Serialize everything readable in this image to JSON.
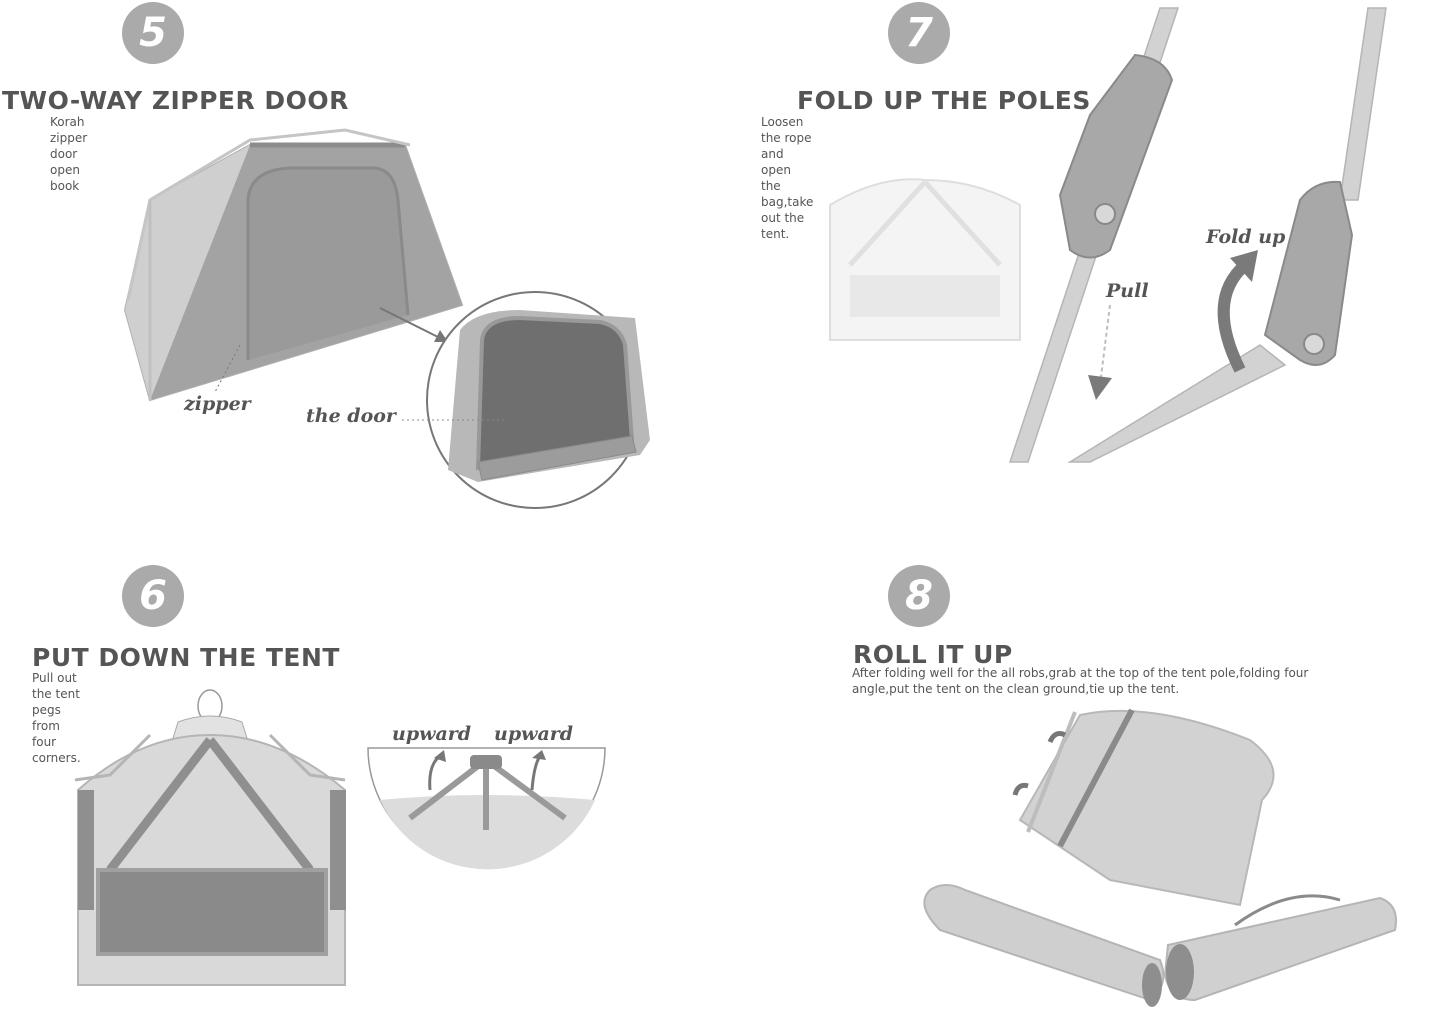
{
  "colors": {
    "badge": "#aaaaaa",
    "text": "#555555",
    "tent_fill": "#9e9e9e",
    "tent_light": "#d9d9d9",
    "tent_dark": "#7a7a7a",
    "pole": "#b5b5b5"
  },
  "steps": [
    {
      "number": "5",
      "title": "TWO-WAY ZIPPER DOOR",
      "subtitle": "Korah zipper door open book",
      "labels": {
        "zipper": "zipper",
        "door": "the door"
      }
    },
    {
      "number": "6",
      "title": "PUT DOWN THE TENT",
      "subtitle": "Pull out the tent pegs from four corners.",
      "labels": {
        "upward_left": "upward",
        "upward_right": "upward"
      }
    },
    {
      "number": "7",
      "title": "FOLD UP THE POLES",
      "subtitle": "Loosen the rope and open the bag,take out the tent.",
      "labels": {
        "pull": "Pull",
        "fold_up": "Fold up"
      }
    },
    {
      "number": "8",
      "title": "ROLL IT UP",
      "subtitle": "After folding well for the all robs,grab at the top of the tent pole,folding four angle,put the tent on the clean ground,tie up the tent."
    }
  ]
}
